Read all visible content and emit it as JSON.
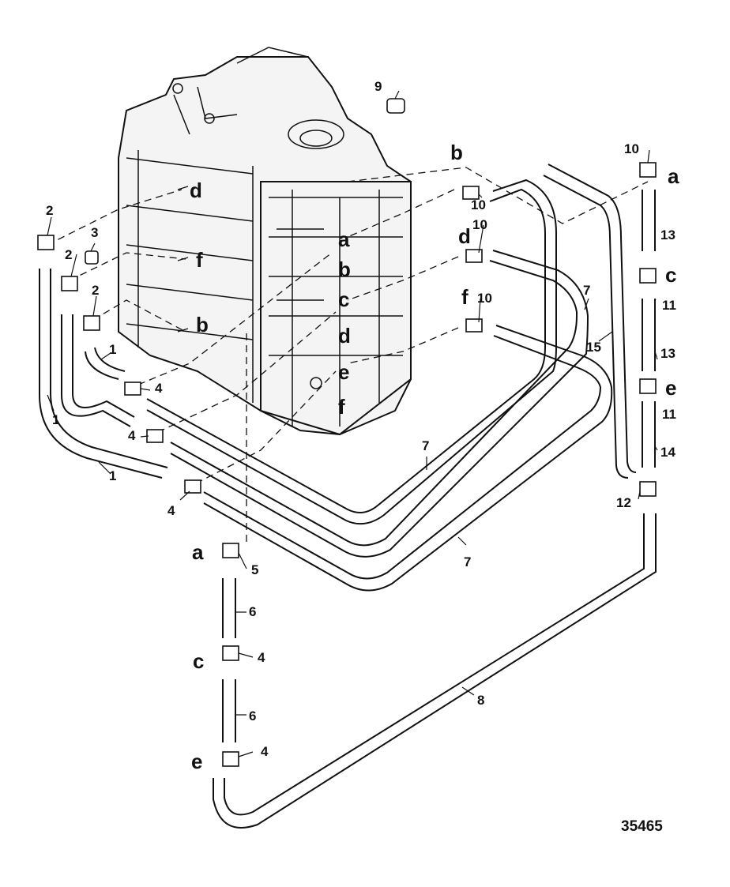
{
  "figure_id": "35465",
  "callouts": {
    "c1a": "1",
    "c1b": "1",
    "c1c": "1",
    "c2a": "2",
    "c2b": "2",
    "c2c": "2",
    "c3": "3",
    "c4a": "4",
    "c4b": "4",
    "c4c": "4",
    "c4d": "4",
    "c4e": "4",
    "c5": "5",
    "c6a": "6",
    "c6b": "6",
    "c7a": "7",
    "c7b": "7",
    "c7c": "7",
    "c8": "8",
    "c9": "9",
    "c10a": "10",
    "c10b": "10",
    "c10c": "10",
    "c10d": "10",
    "c11a": "11",
    "c11b": "11",
    "c12": "12",
    "c13a": "13",
    "c13b": "13",
    "c14": "14",
    "c15": "15"
  },
  "letters": {
    "block_d": "d",
    "block_f": "f",
    "block_b": "b",
    "side_a": "a",
    "side_b": "b",
    "side_c": "c",
    "side_d": "d",
    "side_e": "e",
    "side_f": "f",
    "top_b": "b",
    "fit_d": "d",
    "fit_f": "f",
    "right_a": "a",
    "right_c": "c",
    "right_e": "e",
    "low_a": "a",
    "low_c": "c",
    "low_e": "e"
  }
}
